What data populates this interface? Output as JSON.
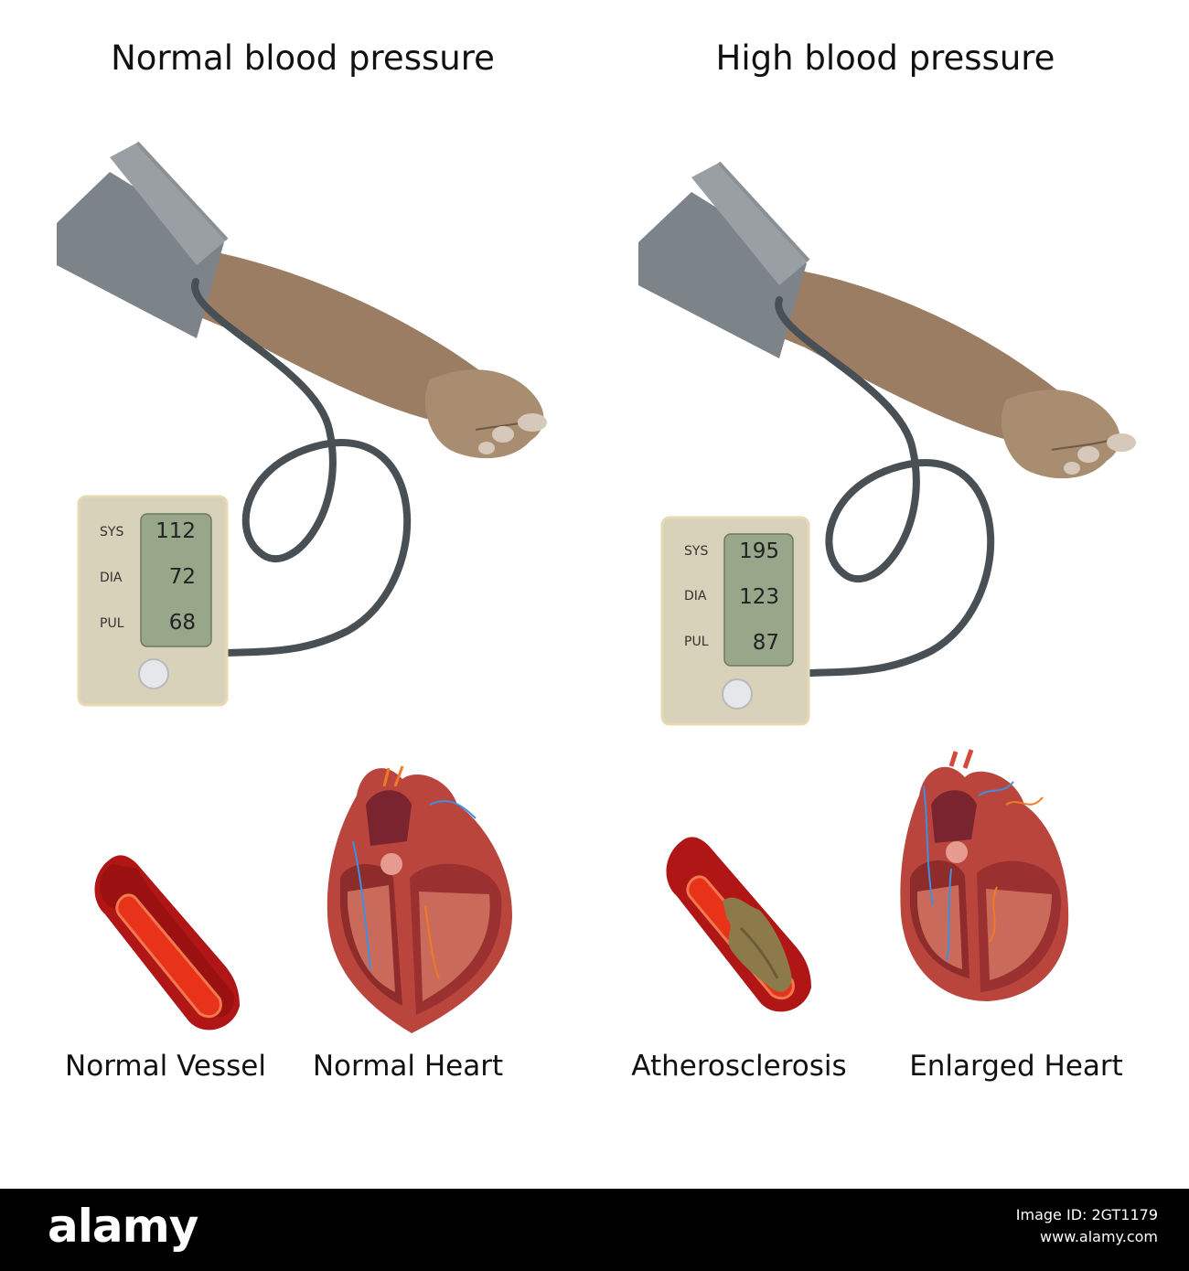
{
  "titles": {
    "normal": "Normal blood pressure",
    "high": "High blood pressure"
  },
  "monitors": {
    "normal": {
      "labels": [
        "SYS",
        "DIA",
        "PUL"
      ],
      "values": [
        "112",
        "72",
        "68"
      ]
    },
    "high": {
      "labels": [
        "SYS",
        "DIA",
        "PUL"
      ],
      "values": [
        "195",
        "123",
        "87"
      ]
    }
  },
  "captions": {
    "normal_vessel": "Normal Vessel",
    "normal_heart": "Normal Heart",
    "atherosclerosis": "Atherosclerosis",
    "enlarged_heart": "Enlarged Heart"
  },
  "footer": {
    "brand": "alamy",
    "image_id": "Image ID: 2GT1179",
    "site": "www.alamy.com"
  },
  "colors": {
    "skin": "#9b7d63",
    "cuff": "#7c8389",
    "cuff_top": "#9a9fa4",
    "tube": "#484f55",
    "monitor": "#d8d2ba",
    "screen": "#98a78a",
    "vessel": "#b01616",
    "blood": "#e8331a",
    "heart": "#b9453d",
    "plaque": "#8c7a4a"
  }
}
